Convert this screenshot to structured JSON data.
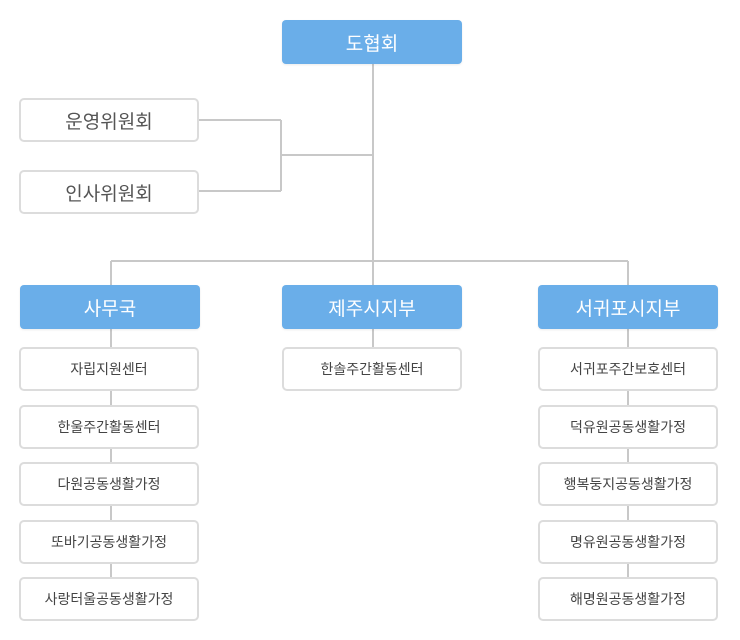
{
  "root": {
    "label": "도협회"
  },
  "committees": [
    {
      "label": "운영위원회"
    },
    {
      "label": "인사위원회"
    }
  ],
  "branches": [
    {
      "label": "사무국",
      "items": [
        "자립지원센터",
        "한울주간활동센터",
        "다원공동생활가정",
        "또바기공동생활가정",
        "사랑터울공동생활가정"
      ]
    },
    {
      "label": "제주시지부",
      "items": [
        "한솔주간활동센터"
      ]
    },
    {
      "label": "서귀포시지부",
      "items": [
        "서귀포주간보호센터",
        "덕유원공동생활가정",
        "행복둥지공동생활가정",
        "명유원공동생활가정",
        "해명원공동생활가정"
      ]
    }
  ],
  "colors": {
    "accent": "#6aaee9",
    "line": "#c8c8c8",
    "border": "#dcdcdc"
  }
}
